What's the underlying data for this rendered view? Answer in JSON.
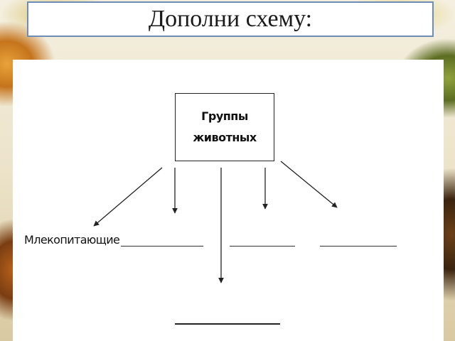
{
  "slide": {
    "title": "Дополни схему:"
  },
  "diagram": {
    "root_line1": "Группы",
    "root_line2": "животных",
    "branches": [
      {
        "label": "Млекопитающие",
        "blank": false
      },
      {
        "label": "",
        "blank": true
      },
      {
        "label": "",
        "blank": true
      },
      {
        "label": "",
        "blank": true
      },
      {
        "label": "",
        "blank": true
      }
    ]
  },
  "colors": {
    "title_border": "#6d8cb6",
    "ink": "#222222"
  }
}
